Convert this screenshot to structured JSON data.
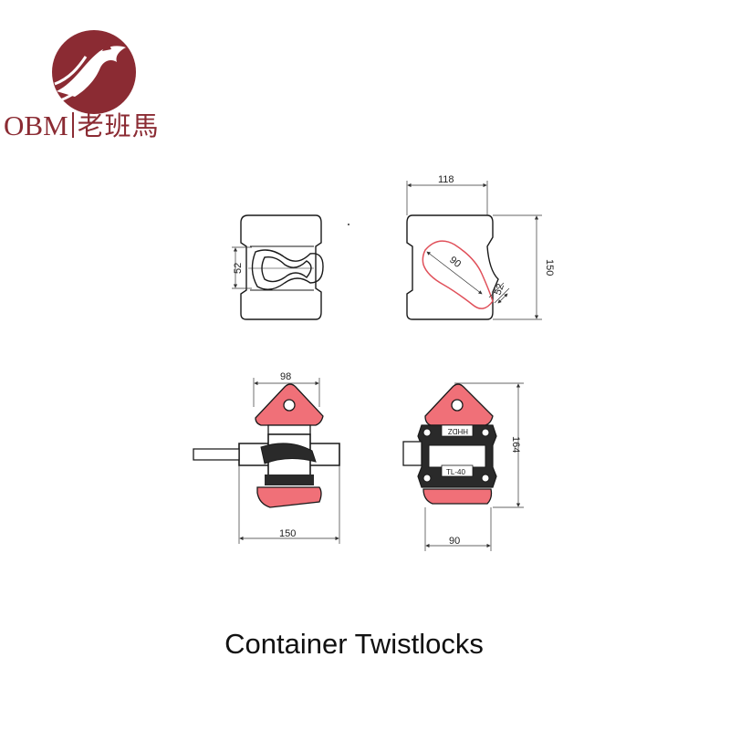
{
  "logo": {
    "brand_latin": "OBM",
    "brand_cjk": "老班馬",
    "color": "#8b2b33"
  },
  "drawing": {
    "colors": {
      "line": "#1a1a1a",
      "accent": "#e0505a",
      "dimension": "#333333"
    },
    "views": {
      "top_left": {
        "width_dim": "52"
      },
      "top_right": {
        "top_dim": "118",
        "height_dim": "150",
        "slot_length": "90",
        "slot_width": "52"
      },
      "bottom_left": {
        "top_dim": "98",
        "bottom_dim": "150"
      },
      "bottom_right": {
        "height_dim": "164",
        "bottom_dim": "90",
        "plate_upper": "HHDZ",
        "plate_lower": "TL-40"
      }
    }
  },
  "caption": "Container Twistlocks"
}
